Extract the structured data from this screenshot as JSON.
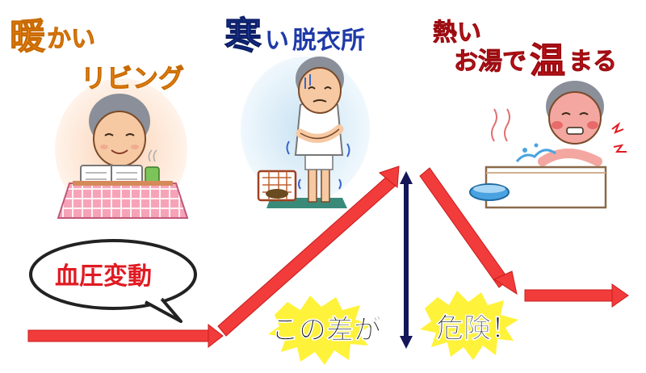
{
  "scenes": {
    "living": {
      "line1_big": "暖",
      "line1_rest": "かい",
      "line2": "リビング"
    },
    "dressing": {
      "big": "寒",
      "rest1": "い",
      "rest2": "脱衣所"
    },
    "bath": {
      "line1": "熱い",
      "line2_pre": "お湯で",
      "line2_big": "温",
      "line2_post": "まる"
    }
  },
  "bubble": {
    "text": "血圧変動"
  },
  "captions": {
    "difference": "この差が",
    "danger": "危険！"
  },
  "colors": {
    "arrow": "#f23b3b",
    "living_text": "#f08a1c",
    "dressing_text": "#1e3aa8",
    "bath_text": "#e11a22",
    "double_arrow": "#15155a",
    "burst": "#fff23a"
  },
  "icons": [
    "elderly-at-kotatsu-icon",
    "shivering-elderly-icon",
    "elderly-in-bath-icon",
    "blood-pressure-arrow-icon",
    "double-arrow-icon",
    "burst-icon"
  ]
}
